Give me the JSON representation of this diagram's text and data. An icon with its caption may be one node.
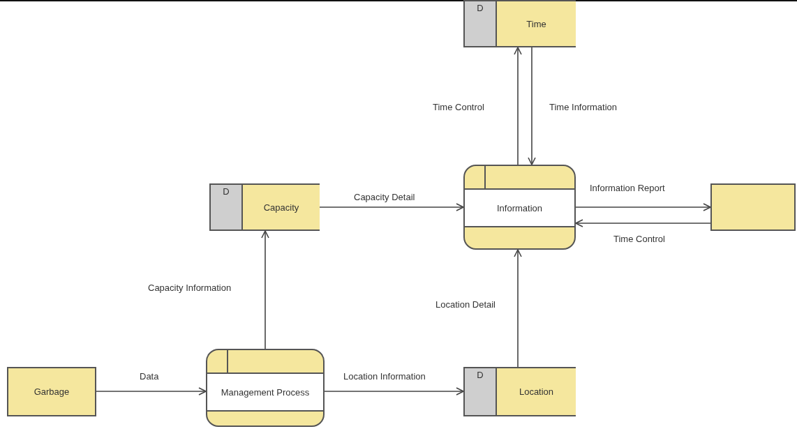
{
  "diagram": {
    "nodes": [
      {
        "text": [
          "D",
          "Time"
        ]
      },
      {
        "text": [
          "D",
          "Capacity"
        ]
      },
      {
        "text": [
          "Information"
        ]
      },
      {
        "text": [],
        "shape": "box"
      },
      {
        "text": [
          "Garbage"
        ]
      },
      {
        "text": [
          "Management Process"
        ]
      },
      {
        "text": [
          "D",
          "Location"
        ]
      }
    ],
    "edges": [
      {
        "from": 2,
        "to": 0,
        "arrow": "to",
        "label": "Time Control"
      },
      {
        "from": 0,
        "to": 2,
        "arrow": "to",
        "label": "Time Information"
      },
      {
        "from": 1,
        "to": 2,
        "arrow": "to",
        "label": "Capacity Detail"
      },
      {
        "from": 2,
        "to": 3,
        "arrow": "to",
        "label": "Information Report"
      },
      {
        "from": 3,
        "to": 2,
        "arrow": "to",
        "label": "Time Control"
      },
      {
        "from": 5,
        "to": 1,
        "arrow": "to",
        "label": "Capacity Information"
      },
      {
        "from": 4,
        "to": 5,
        "arrow": "to",
        "label": "Data"
      },
      {
        "from": 5,
        "to": 6,
        "arrow": "to",
        "label": "Location Information"
      },
      {
        "from": 6,
        "to": 2,
        "arrow": "to",
        "label": "Location Detail"
      }
    ]
  }
}
